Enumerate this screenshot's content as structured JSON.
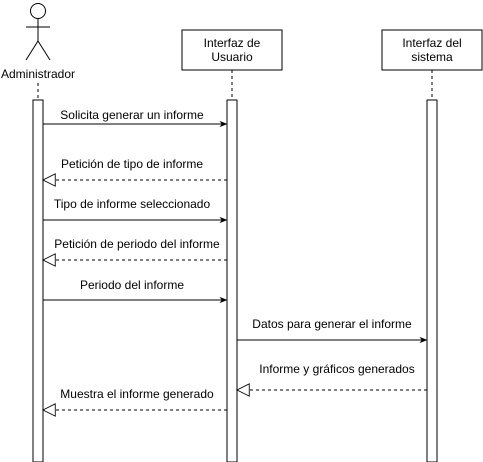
{
  "diagram": {
    "actor": {
      "label": "Administrador"
    },
    "participants": [
      {
        "label_line1": "Interfaz de",
        "label_line2": "Usuario"
      },
      {
        "label_line1": "Interfaz del",
        "label_line2": "sistema"
      }
    ],
    "messages": [
      {
        "label": "Solicita generar un informe"
      },
      {
        "label": "Petición de tipo de informe"
      },
      {
        "label": "Tipo de informe seleccionado"
      },
      {
        "label": "Petición de periodo del informe"
      },
      {
        "label": "Periodo del informe"
      },
      {
        "label": "Datos para generar el informe"
      },
      {
        "label": "Informe y gráficos generados"
      },
      {
        "label": "Muestra el informe generado"
      }
    ]
  }
}
